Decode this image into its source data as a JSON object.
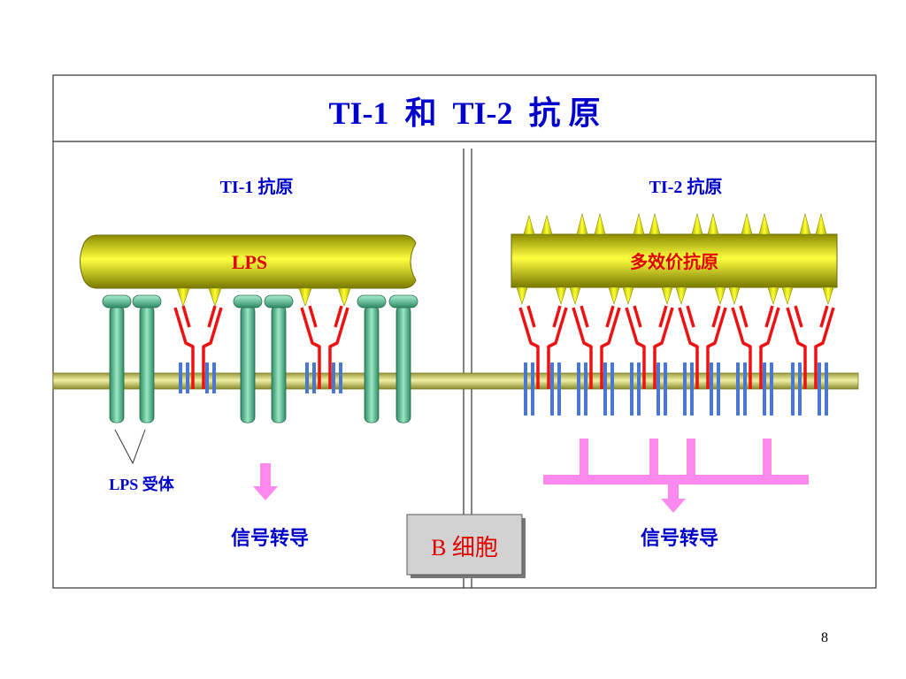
{
  "slide": {
    "title": "TI-1  和  TI-2  抗 原",
    "page_number": "8"
  },
  "left_panel": {
    "heading": "TI-1 抗原",
    "antigen_label": "LPS",
    "receptor_label": "LPS 受体",
    "signal_label": "信号转导"
  },
  "right_panel": {
    "heading": "TI-2 抗原",
    "antigen_label": "多效价抗原",
    "signal_label": "信号转导"
  },
  "cell_box": {
    "label": "B 细胞"
  },
  "colors": {
    "title_blue": "#0000cc",
    "label_red": "#e00000",
    "antigen_yellow": "#e8e800",
    "receptor_green": "#66c8a0",
    "bcr_red": "#ee1111",
    "membrane_blue": "#4a78d0",
    "signal_pink": "#ff88ee"
  }
}
